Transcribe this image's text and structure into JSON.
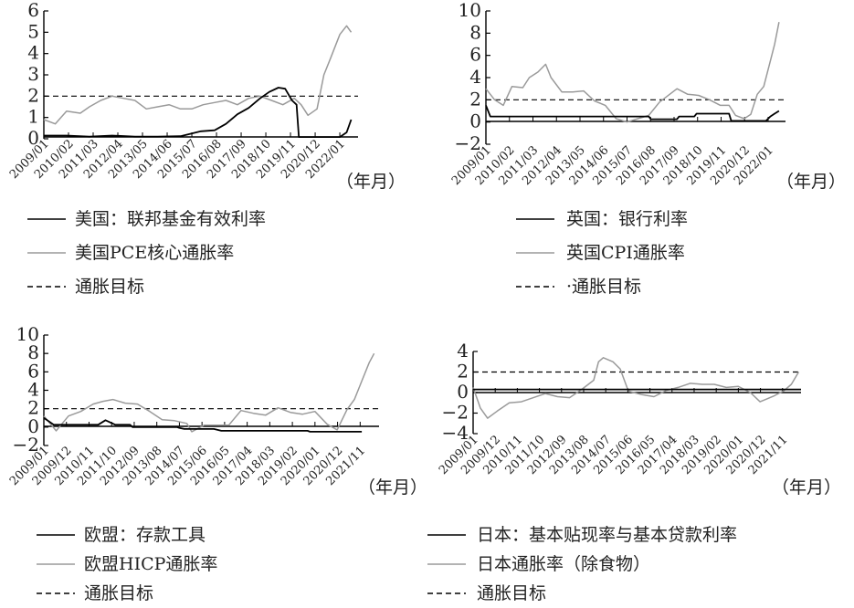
{
  "colors": {
    "policy": "#000000",
    "inflation": "#9a9a9a",
    "target": "#000000"
  },
  "chart_data": [
    {
      "type": "line",
      "id": "us",
      "ylim": [
        0,
        6
      ],
      "yticks": [
        0,
        1,
        2,
        3,
        4,
        5,
        6
      ],
      "xlim": [
        2009.0,
        2022.8
      ],
      "xticks": [
        "2009/01",
        "2010/02",
        "2011/03",
        "2012/04",
        "2013/05",
        "2014/06",
        "2015/07",
        "2016/08",
        "2017/09",
        "2018/10",
        "2019/11",
        "2020/12",
        "2022/01"
      ],
      "unit_label": "（年月）",
      "target": 2,
      "series": [
        {
          "name": "美国：联邦基金有效利率",
          "role": "policy",
          "x": [
            2009.0,
            2010.0,
            2011.0,
            2012.0,
            2013.0,
            2014.0,
            2015.0,
            2015.9,
            2016.5,
            2017.0,
            2017.5,
            2018.0,
            2018.5,
            2018.9,
            2019.3,
            2019.6,
            2019.9,
            2020.1,
            2020.2,
            2020.5,
            2021.0,
            2021.5,
            2022.0,
            2022.3,
            2022.5
          ],
          "y": [
            0.15,
            0.15,
            0.1,
            0.15,
            0.1,
            0.1,
            0.12,
            0.35,
            0.4,
            0.7,
            1.15,
            1.45,
            1.9,
            2.2,
            2.4,
            2.35,
            1.8,
            1.6,
            0.08,
            0.08,
            0.08,
            0.08,
            0.08,
            0.3,
            0.9
          ]
        },
        {
          "name": "美国PCE核心通胀率",
          "role": "inflation",
          "x": [
            2009.0,
            2009.5,
            2010.0,
            2010.6,
            2011.0,
            2011.5,
            2012.0,
            2012.5,
            2013.0,
            2013.5,
            2014.0,
            2014.5,
            2015.0,
            2015.5,
            2016.0,
            2016.5,
            2017.0,
            2017.5,
            2018.0,
            2018.5,
            2019.0,
            2019.5,
            2020.0,
            2020.3,
            2020.6,
            2021.0,
            2021.3,
            2021.6,
            2022.0,
            2022.3,
            2022.5
          ],
          "y": [
            0.9,
            0.7,
            1.3,
            1.2,
            1.5,
            1.8,
            2.0,
            1.9,
            1.8,
            1.4,
            1.5,
            1.6,
            1.4,
            1.4,
            1.6,
            1.7,
            1.8,
            1.6,
            1.9,
            2.0,
            1.8,
            1.6,
            1.9,
            1.6,
            1.1,
            1.4,
            3.0,
            3.8,
            4.9,
            5.3,
            5.0
          ]
        }
      ],
      "legend": [
        {
          "label": "美国：联邦基金有效利率",
          "style": "solid-dark"
        },
        {
          "label": "美国PCE核心通胀率",
          "style": "solid-gray"
        },
        {
          "label": "通胀目标",
          "style": "dashed"
        }
      ]
    },
    {
      "type": "line",
      "id": "uk",
      "ylim": [
        -2,
        10
      ],
      "yticks": [
        -2,
        0,
        2,
        4,
        6,
        8,
        10
      ],
      "xlim": [
        2009.0,
        2022.8
      ],
      "xticks": [
        "2009/01",
        "2010/02",
        "2011/03",
        "2012/04",
        "2013/05",
        "2014/06",
        "2015/07",
        "2016/08",
        "2017/09",
        "2018/10",
        "2019/11",
        "2020/12",
        "2022/01"
      ],
      "unit_label": "（年月）",
      "target": 2,
      "series": [
        {
          "name": "英国：银行利率",
          "role": "policy",
          "x": [
            2009.0,
            2009.2,
            2016.5,
            2016.6,
            2017.8,
            2017.9,
            2018.6,
            2018.7,
            2020.2,
            2020.3,
            2021.9,
            2022.1,
            2022.3,
            2022.5
          ],
          "y": [
            1.5,
            0.5,
            0.5,
            0.25,
            0.25,
            0.5,
            0.5,
            0.75,
            0.75,
            0.1,
            0.1,
            0.5,
            0.75,
            1.0
          ]
        },
        {
          "name": "英国CPI通胀率",
          "role": "inflation",
          "x": [
            2009.0,
            2009.4,
            2009.8,
            2010.2,
            2010.7,
            2011.0,
            2011.4,
            2011.75,
            2012.0,
            2012.5,
            2013.0,
            2013.5,
            2014.0,
            2014.5,
            2015.0,
            2015.5,
            2016.0,
            2016.5,
            2017.0,
            2017.8,
            2018.3,
            2018.8,
            2019.3,
            2019.8,
            2020.2,
            2020.5,
            2020.9,
            2021.2,
            2021.5,
            2021.8,
            2022.1,
            2022.3,
            2022.5
          ],
          "y": [
            3.0,
            2.0,
            1.5,
            3.2,
            3.1,
            4.0,
            4.5,
            5.2,
            4.0,
            2.7,
            2.7,
            2.8,
            1.9,
            1.5,
            0.3,
            0.0,
            0.3,
            0.6,
            1.8,
            3.0,
            2.5,
            2.4,
            2.0,
            1.5,
            1.5,
            0.6,
            0.3,
            0.7,
            2.5,
            3.2,
            5.5,
            7.0,
            9.0
          ]
        }
      ],
      "legend": [
        {
          "label": "英国：银行利率",
          "style": "solid-dark"
        },
        {
          "label": "英国CPI通胀率",
          "style": "solid-gray"
        },
        {
          "label": "·通胀目标",
          "style": "dashed"
        }
      ]
    },
    {
      "type": "line",
      "id": "eu",
      "ylim": [
        -2,
        10
      ],
      "yticks": [
        -2,
        0,
        2,
        4,
        6,
        8,
        10
      ],
      "xlim": [
        2009.0,
        2022.6
      ],
      "xticks": [
        "2009/01",
        "2009/12",
        "2010/11",
        "2011/10",
        "2012/09",
        "2013/08",
        "2014/07",
        "2015/06",
        "2016/05",
        "2017/04",
        "2018/03",
        "2019/02",
        "2020/01",
        "2020/12",
        "2021/11"
      ],
      "unit_label": "（年月）",
      "target": 2,
      "series": [
        {
          "name": "欧盟：存款工具",
          "role": "policy",
          "x": [
            2009.0,
            2009.4,
            2011.2,
            2011.5,
            2011.9,
            2012.5,
            2012.6,
            2014.4,
            2014.5,
            2014.7,
            2015.9,
            2016.2,
            2019.7,
            2019.8,
            2021.9
          ],
          "y": [
            1.0,
            0.25,
            0.25,
            0.75,
            0.25,
            0.25,
            0.0,
            0.0,
            -0.1,
            -0.2,
            -0.2,
            -0.4,
            -0.4,
            -0.5,
            -0.5
          ]
        },
        {
          "name": "欧盟HICP通胀率",
          "role": "inflation",
          "x": [
            2009.0,
            2009.5,
            2010.0,
            2010.5,
            2011.0,
            2011.4,
            2011.8,
            2012.3,
            2012.8,
            2013.3,
            2013.8,
            2014.3,
            2014.8,
            2015.0,
            2015.5,
            2016.0,
            2016.5,
            2017.0,
            2017.5,
            2018.0,
            2018.5,
            2019.0,
            2019.5,
            2020.0,
            2020.5,
            2020.9,
            2021.3,
            2021.6,
            2021.9,
            2022.2,
            2022.4
          ],
          "y": [
            1.2,
            -0.4,
            1.2,
            1.7,
            2.5,
            2.8,
            3.0,
            2.6,
            2.5,
            1.7,
            0.8,
            0.7,
            0.4,
            -0.5,
            0.2,
            0.2,
            0.2,
            1.8,
            1.5,
            1.3,
            2.1,
            1.6,
            1.4,
            1.7,
            0.3,
            -0.3,
            1.9,
            3.0,
            5.0,
            7.0,
            8.0
          ]
        }
      ],
      "legend": [
        {
          "label": "欧盟：存款工具",
          "style": "solid-dark"
        },
        {
          "label": "欧盟HICP通胀率",
          "style": "solid-gray"
        },
        {
          "label": "通胀目标",
          "style": "dashed"
        }
      ]
    },
    {
      "type": "line",
      "id": "jp",
      "ylim": [
        -4,
        4
      ],
      "yticks": [
        -4,
        -2,
        0,
        2,
        4
      ],
      "xlim": [
        2009.0,
        2022.6
      ],
      "xticks": [
        "2009/01",
        "2009/12",
        "2010/11",
        "2011/10",
        "2012/09",
        "2013/08",
        "2014/07",
        "2015/06",
        "2016/05",
        "2017/04",
        "2018/03",
        "2019/02",
        "2020/01",
        "2020/12",
        "2021/11"
      ],
      "unit_label": "（年月）",
      "target": 2,
      "series": [
        {
          "name": "日本：基本贴现率与基本贷款利率",
          "role": "policy",
          "x": [
            2009.0,
            2022.6
          ],
          "y": [
            0.3,
            0.3
          ]
        },
        {
          "name": "日本通胀率（除食物）",
          "role": "inflation",
          "x": [
            2009.0,
            2009.3,
            2009.6,
            2010.0,
            2010.5,
            2011.0,
            2011.5,
            2012.0,
            2012.5,
            2013.0,
            2013.5,
            2014.0,
            2014.2,
            2014.4,
            2014.8,
            2015.1,
            2015.4,
            2015.5,
            2016.0,
            2016.5,
            2017.0,
            2017.5,
            2018.0,
            2018.5,
            2019.0,
            2019.5,
            2020.0,
            2020.5,
            2020.9,
            2021.2,
            2021.5,
            2021.9,
            2022.2,
            2022.5
          ],
          "y": [
            0.5,
            -1.5,
            -2.5,
            -1.8,
            -1.0,
            -0.9,
            -0.5,
            -0.1,
            -0.4,
            -0.5,
            0.3,
            1.2,
            3.0,
            3.4,
            3.0,
            2.3,
            0.4,
            0.1,
            -0.2,
            -0.4,
            0.2,
            0.5,
            0.9,
            0.8,
            0.8,
            0.5,
            0.6,
            0.0,
            -0.9,
            -0.6,
            -0.3,
            0.2,
            0.8,
            2.0
          ]
        }
      ],
      "legend": [
        {
          "label": "日本：基本贴现率与基本贷款利率",
          "style": "solid-dark"
        },
        {
          "label": "日本通胀率（除食物）",
          "style": "solid-gray"
        },
        {
          "label": "通胀目标",
          "style": "dashed"
        }
      ]
    }
  ]
}
